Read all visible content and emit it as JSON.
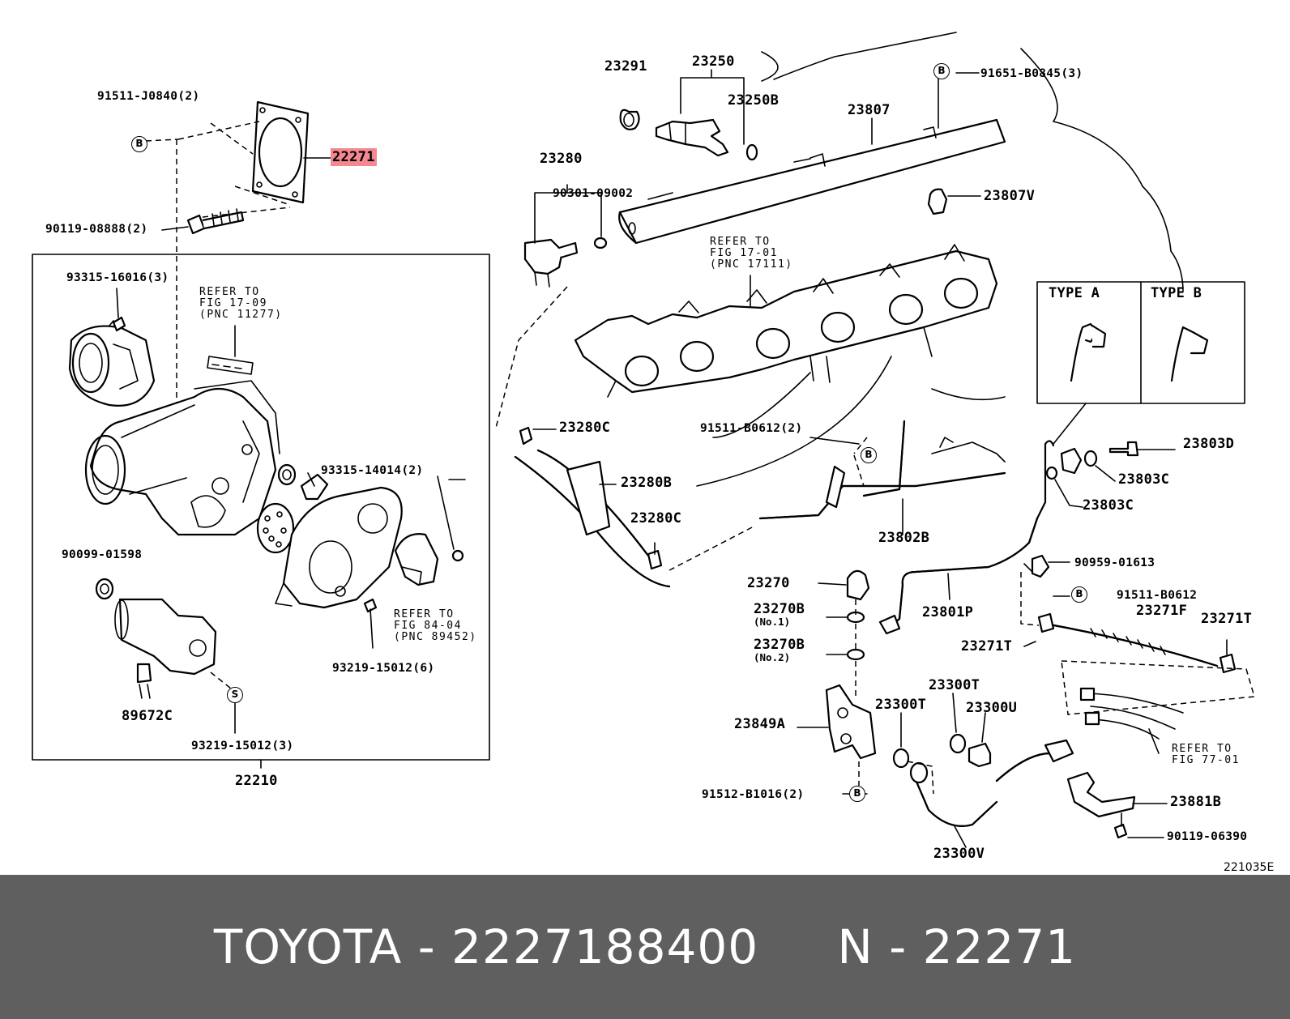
{
  "diagram": {
    "diagram_code": "221035E",
    "highlighted_part": "22271",
    "part_labels": {
      "p91511_j0840": "91511-J0840(2)",
      "p22271": "22271",
      "p90119_08888": "90119-08888(2)",
      "p93315_16016": "93315-16016(3)",
      "p93315_14014": "93315-14014(2)",
      "p90099_01598": "90099-01598",
      "p89672c": "89672C",
      "p93219_15012_6": "93219-15012(6)",
      "p93219_15012_3": "93219-15012(3)",
      "p22210": "22210",
      "p23291": "23291",
      "p23250": "23250",
      "p23250b": "23250B",
      "p23807": "23807",
      "p91651_b0845": "91651-B0845(3)",
      "p23280": "23280",
      "p90301_09002": "90301-09002",
      "p23807v": "23807V",
      "p23280c_a": "23280C",
      "p23280b": "23280B",
      "p23280c_b": "23280C",
      "p91511_b0612_2": "91511-B0612(2)",
      "p23802b": "23802B",
      "p23803d": "23803D",
      "p23803c_a": "23803C",
      "p23803c_b": "23803C",
      "p90959_01613": "90959-01613",
      "p91511_b0612": "91511-B0612",
      "p23270": "23270",
      "p23270b_1": "23270B",
      "p23270b_2": "23270B",
      "p23801p": "23801P",
      "p23271f": "23271F",
      "p23271t_a": "23271T",
      "p23271t_b": "23271T",
      "p23300t_a": "23300T",
      "p23300t_b": "23300T",
      "p23300u": "23300U",
      "p23849a": "23849A",
      "p91512_b1016": "91512-B1016(2)",
      "p23300v": "23300V",
      "p23881b": "23881B",
      "p90119_06390": "90119-06390"
    },
    "sub_labels": {
      "no1": "(No.1)",
      "no2": "(No.2)"
    },
    "references": {
      "fig_17_09": "REFER TO\nFIG 17-09\n(PNC 11277)",
      "fig_17_01": "REFER TO\nFIG 17-01\n(PNC 17111)",
      "fig_84_04": "REFER TO\nFIG 84-04\n(PNC 89452)",
      "fig_77_01": "REFER TO\nFIG 77-01"
    },
    "type_box": {
      "type_a": "TYPE A",
      "type_b": "TYPE B"
    },
    "badges": {
      "b": "B",
      "s": "S"
    }
  },
  "footer": {
    "brand": "TOYOTA",
    "part_number": "2227188400",
    "separator": "-",
    "n_label": "N",
    "n_value": "22271"
  },
  "colors": {
    "highlight": "#f4878f",
    "footer_bg": "#5f5f5f",
    "footer_text": "#ffffff"
  }
}
